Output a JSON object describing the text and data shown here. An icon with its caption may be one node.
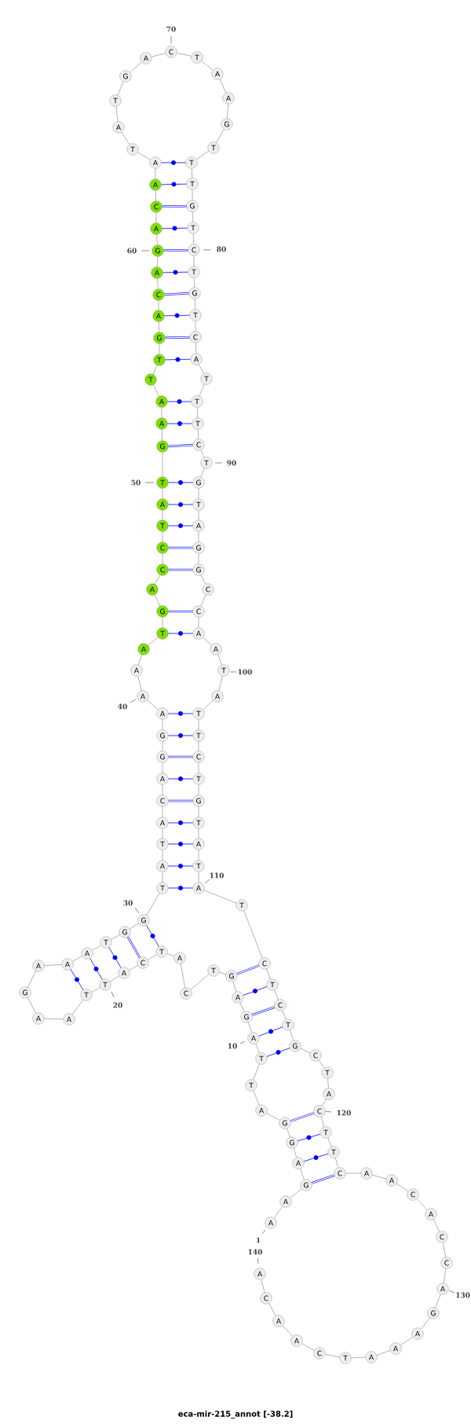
{
  "diagram": {
    "caption": "eca-mir-215_annot [-38.2]",
    "nodes": [
      {
        "text": [
          "A"
        ]
      },
      {
        "text": [
          "A"
        ]
      },
      {
        "text": [
          "G"
        ]
      },
      {
        "text": [
          "A"
        ]
      },
      {
        "text": [
          "G"
        ]
      },
      {
        "text": [
          "G"
        ]
      },
      {
        "text": [
          "A"
        ]
      },
      {
        "text": [
          "T"
        ]
      },
      {
        "text": [
          "T"
        ]
      },
      {
        "text": [
          "A"
        ]
      },
      {
        "text": [
          "G"
        ]
      },
      {
        "text": [
          "A"
        ]
      },
      {
        "text": [
          "G"
        ]
      },
      {
        "text": [
          "T"
        ]
      },
      {
        "text": [
          "C"
        ]
      },
      {
        "text": [
          "A"
        ]
      },
      {
        "text": [
          "T"
        ]
      },
      {
        "text": [
          "C"
        ]
      },
      {
        "text": [
          "A"
        ]
      },
      {
        "text": [
          "T"
        ]
      },
      {
        "text": [
          "T"
        ]
      },
      {
        "text": [
          "A"
        ]
      },
      {
        "text": [
          "A"
        ]
      },
      {
        "text": [
          "G"
        ]
      },
      {
        "text": [
          "A"
        ]
      },
      {
        "text": [
          "A"
        ]
      },
      {
        "text": [
          "A"
        ]
      },
      {
        "text": [
          "T"
        ]
      },
      {
        "text": [
          "G"
        ]
      },
      {
        "text": [
          "G"
        ]
      },
      {
        "text": [
          "T"
        ]
      },
      {
        "text": [
          "A"
        ]
      },
      {
        "text": [
          "T"
        ]
      },
      {
        "text": [
          "A"
        ]
      },
      {
        "text": [
          "C"
        ]
      },
      {
        "text": [
          "A"
        ]
      },
      {
        "text": [
          "G"
        ]
      },
      {
        "text": [
          "G"
        ]
      },
      {
        "text": [
          "A"
        ]
      },
      {
        "text": [
          "A"
        ]
      },
      {
        "text": [
          "A"
        ]
      },
      {
        "text": [
          "A"
        ]
      },
      {
        "text": [
          "T"
        ]
      },
      {
        "text": [
          "G"
        ]
      },
      {
        "text": [
          "A"
        ]
      },
      {
        "text": [
          "C"
        ]
      },
      {
        "text": [
          "C"
        ]
      },
      {
        "text": [
          "T"
        ]
      },
      {
        "text": [
          "A"
        ]
      },
      {
        "text": [
          "T"
        ]
      },
      {
        "text": [
          "G"
        ]
      },
      {
        "text": [
          "A"
        ]
      },
      {
        "text": [
          "A"
        ]
      },
      {
        "text": [
          "T"
        ]
      },
      {
        "text": [
          "T"
        ]
      },
      {
        "text": [
          "G"
        ]
      },
      {
        "text": [
          "A"
        ]
      },
      {
        "text": [
          "C"
        ]
      },
      {
        "text": [
          "A"
        ]
      },
      {
        "text": [
          "G"
        ]
      },
      {
        "text": [
          "A"
        ]
      },
      {
        "text": [
          "C"
        ]
      },
      {
        "text": [
          "A"
        ]
      },
      {
        "text": [
          "A"
        ]
      },
      {
        "text": [
          "T"
        ]
      },
      {
        "text": [
          "A"
        ]
      },
      {
        "text": [
          "T"
        ]
      },
      {
        "text": [
          "G"
        ]
      },
      {
        "text": [
          "A"
        ]
      },
      {
        "text": [
          "C"
        ]
      },
      {
        "text": [
          "T"
        ]
      },
      {
        "text": [
          "A"
        ]
      },
      {
        "text": [
          "A"
        ]
      },
      {
        "text": [
          "G"
        ]
      },
      {
        "text": [
          "T"
        ]
      },
      {
        "text": [
          "T"
        ]
      },
      {
        "text": [
          "T"
        ]
      },
      {
        "text": [
          "G"
        ]
      },
      {
        "text": [
          "T"
        ]
      },
      {
        "text": [
          "C"
        ]
      },
      {
        "text": [
          "T"
        ]
      },
      {
        "text": [
          "G"
        ]
      },
      {
        "text": [
          "T"
        ]
      },
      {
        "text": [
          "C"
        ]
      },
      {
        "text": [
          "A"
        ]
      },
      {
        "text": [
          "T"
        ]
      },
      {
        "text": [
          "T"
        ]
      },
      {
        "text": [
          "T"
        ]
      },
      {
        "text": [
          "C"
        ]
      },
      {
        "text": [
          "T"
        ]
      },
      {
        "text": [
          "G"
        ]
      },
      {
        "text": [
          "T"
        ]
      },
      {
        "text": [
          "A"
        ]
      },
      {
        "text": [
          "G"
        ]
      },
      {
        "text": [
          "G"
        ]
      },
      {
        "text": [
          "C"
        ]
      },
      {
        "text": [
          "C"
        ]
      },
      {
        "text": [
          "A"
        ]
      },
      {
        "text": [
          "A"
        ]
      },
      {
        "text": [
          "T"
        ]
      },
      {
        "text": [
          "A"
        ]
      },
      {
        "text": [
          "T"
        ]
      },
      {
        "text": [
          "T"
        ]
      },
      {
        "text": [
          "C"
        ]
      },
      {
        "text": [
          "T"
        ]
      },
      {
        "text": [
          "G"
        ]
      },
      {
        "text": [
          "T"
        ]
      },
      {
        "text": [
          "A"
        ]
      },
      {
        "text": [
          "T"
        ]
      },
      {
        "text": [
          "A"
        ]
      },
      {
        "text": [
          "T"
        ]
      },
      {
        "text": [
          "C"
        ]
      },
      {
        "text": [
          "T"
        ]
      },
      {
        "text": [
          "C"
        ]
      },
      {
        "text": [
          "T"
        ]
      },
      {
        "text": [
          "G"
        ]
      },
      {
        "text": [
          "C"
        ]
      },
      {
        "text": [
          "T"
        ]
      },
      {
        "text": [
          "A"
        ]
      },
      {
        "text": [
          "C"
        ]
      },
      {
        "text": [
          "T"
        ]
      },
      {
        "text": [
          "T"
        ]
      },
      {
        "text": [
          "C"
        ]
      },
      {
        "text": [
          "A"
        ]
      },
      {
        "text": [
          "A"
        ]
      },
      {
        "text": [
          "C"
        ]
      },
      {
        "text": [
          "A"
        ]
      },
      {
        "text": [
          "C"
        ]
      },
      {
        "text": [
          "C"
        ]
      },
      {
        "text": [
          "A"
        ]
      },
      {
        "text": [
          "G"
        ]
      },
      {
        "text": [
          "A"
        ]
      },
      {
        "text": [
          "A"
        ]
      },
      {
        "text": [
          "A"
        ]
      },
      {
        "text": [
          "T"
        ]
      },
      {
        "text": [
          "C"
        ]
      },
      {
        "text": [
          "A"
        ]
      },
      {
        "text": [
          "A"
        ]
      },
      {
        "text": [
          "C"
        ]
      },
      {
        "text": [
          "A"
        ]
      }
    ],
    "edges": [
      {
        "from": 0,
        "to": 1,
        "arrow": "none"
      },
      {
        "from": 1,
        "to": 2,
        "arrow": "none"
      },
      {
        "from": 2,
        "to": 3,
        "arrow": "none"
      },
      {
        "from": 3,
        "to": 4,
        "arrow": "none"
      },
      {
        "from": 4,
        "to": 5,
        "arrow": "none"
      },
      {
        "from": 5,
        "to": 6,
        "arrow": "none"
      },
      {
        "from": 6,
        "to": 7,
        "arrow": "none"
      },
      {
        "from": 7,
        "to": 8,
        "arrow": "none"
      },
      {
        "from": 8,
        "to": 9,
        "arrow": "none"
      },
      {
        "from": 9,
        "to": 10,
        "arrow": "none"
      },
      {
        "from": 10,
        "to": 11,
        "arrow": "none"
      },
      {
        "from": 11,
        "to": 12,
        "arrow": "none"
      },
      {
        "from": 12,
        "to": 13,
        "arrow": "none"
      },
      {
        "from": 13,
        "to": 14,
        "arrow": "none"
      },
      {
        "from": 14,
        "to": 15,
        "arrow": "none"
      },
      {
        "from": 15,
        "to": 16,
        "arrow": "none"
      },
      {
        "from": 16,
        "to": 17,
        "arrow": "none"
      },
      {
        "from": 17,
        "to": 18,
        "arrow": "none"
      },
      {
        "from": 18,
        "to": 19,
        "arrow": "none"
      },
      {
        "from": 19,
        "to": 20,
        "arrow": "none"
      },
      {
        "from": 20,
        "to": 21,
        "arrow": "none"
      },
      {
        "from": 21,
        "to": 22,
        "arrow": "none"
      },
      {
        "from": 22,
        "to": 23,
        "arrow": "none"
      },
      {
        "from": 23,
        "to": 24,
        "arrow": "none"
      },
      {
        "from": 24,
        "to": 25,
        "arrow": "none"
      },
      {
        "from": 25,
        "to": 26,
        "arrow": "none"
      },
      {
        "from": 26,
        "to": 27,
        "arrow": "none"
      },
      {
        "from": 27,
        "to": 28,
        "arrow": "none"
      },
      {
        "from": 28,
        "to": 29,
        "arrow": "none"
      },
      {
        "from": 29,
        "to": 30,
        "arrow": "none"
      },
      {
        "from": 30,
        "to": 31,
        "arrow": "none"
      },
      {
        "from": 31,
        "to": 32,
        "arrow": "none"
      },
      {
        "from": 32,
        "to": 33,
        "arrow": "none"
      },
      {
        "from": 33,
        "to": 34,
        "arrow": "none"
      },
      {
        "from": 34,
        "to": 35,
        "arrow": "none"
      },
      {
        "from": 35,
        "to": 36,
        "arrow": "none"
      },
      {
        "from": 36,
        "to": 37,
        "arrow": "none"
      },
      {
        "from": 37,
        "to": 38,
        "arrow": "none"
      },
      {
        "from": 38,
        "to": 39,
        "arrow": "none"
      },
      {
        "from": 39,
        "to": 40,
        "arrow": "none"
      },
      {
        "from": 40,
        "to": 41,
        "arrow": "none"
      },
      {
        "from": 41,
        "to": 42,
        "arrow": "none"
      },
      {
        "from": 42,
        "to": 43,
        "arrow": "none"
      },
      {
        "from": 43,
        "to": 44,
        "arrow": "none"
      },
      {
        "from": 44,
        "to": 45,
        "arrow": "none"
      },
      {
        "from": 45,
        "to": 46,
        "arrow": "none"
      },
      {
        "from": 46,
        "to": 47,
        "arrow": "none"
      },
      {
        "from": 47,
        "to": 48,
        "arrow": "none"
      },
      {
        "from": 48,
        "to": 49,
        "arrow": "none"
      },
      {
        "from": 49,
        "to": 50,
        "arrow": "none"
      },
      {
        "from": 50,
        "to": 51,
        "arrow": "none"
      },
      {
        "from": 51,
        "to": 52,
        "arrow": "none"
      },
      {
        "from": 52,
        "to": 53,
        "arrow": "none"
      },
      {
        "from": 53,
        "to": 54,
        "arrow": "none"
      },
      {
        "from": 54,
        "to": 55,
        "arrow": "none"
      },
      {
        "from": 55,
        "to": 56,
        "arrow": "none"
      },
      {
        "from": 56,
        "to": 57,
        "arrow": "none"
      },
      {
        "from": 57,
        "to": 58,
        "arrow": "none"
      },
      {
        "from": 58,
        "to": 59,
        "arrow": "none"
      },
      {
        "from": 59,
        "to": 60,
        "arrow": "none"
      },
      {
        "from": 60,
        "to": 61,
        "arrow": "none"
      },
      {
        "from": 61,
        "to": 62,
        "arrow": "none"
      },
      {
        "from": 62,
        "to": 63,
        "arrow": "none"
      },
      {
        "from": 63,
        "to": 64,
        "arrow": "none"
      },
      {
        "from": 64,
        "to": 65,
        "arrow": "none"
      },
      {
        "from": 65,
        "to": 66,
        "arrow": "none"
      },
      {
        "from": 66,
        "to": 67,
        "arrow": "none"
      },
      {
        "from": 67,
        "to": 68,
        "arrow": "none"
      },
      {
        "from": 68,
        "to": 69,
        "arrow": "none"
      },
      {
        "from": 69,
        "to": 70,
        "arrow": "none"
      },
      {
        "from": 70,
        "to": 71,
        "arrow": "none"
      },
      {
        "from": 71,
        "to": 72,
        "arrow": "none"
      },
      {
        "from": 72,
        "to": 73,
        "arrow": "none"
      },
      {
        "from": 73,
        "to": 74,
        "arrow": "none"
      },
      {
        "from": 74,
        "to": 75,
        "arrow": "none"
      },
      {
        "from": 75,
        "to": 76,
        "arrow": "none"
      },
      {
        "from": 76,
        "to": 77,
        "arrow": "none"
      },
      {
        "from": 77,
        "to": 78,
        "arrow": "none"
      },
      {
        "from": 78,
        "to": 79,
        "arrow": "none"
      },
      {
        "from": 79,
        "to": 80,
        "arrow": "none"
      },
      {
        "from": 80,
        "to": 81,
        "arrow": "none"
      },
      {
        "from": 81,
        "to": 82,
        "arrow": "none"
      },
      {
        "from": 82,
        "to": 83,
        "arrow": "none"
      },
      {
        "from": 83,
        "to": 84,
        "arrow": "none"
      },
      {
        "from": 84,
        "to": 85,
        "arrow": "none"
      },
      {
        "from": 85,
        "to": 86,
        "arrow": "none"
      },
      {
        "from": 86,
        "to": 87,
        "arrow": "none"
      },
      {
        "from": 87,
        "to": 88,
        "arrow": "none"
      },
      {
        "from": 88,
        "to": 89,
        "arrow": "none"
      },
      {
        "from": 89,
        "to": 90,
        "arrow": "none"
      },
      {
        "from": 90,
        "to": 91,
        "arrow": "none"
      },
      {
        "from": 91,
        "to": 92,
        "arrow": "none"
      },
      {
        "from": 92,
        "to": 93,
        "arrow": "none"
      },
      {
        "from": 93,
        "to": 94,
        "arrow": "none"
      },
      {
        "from": 94,
        "to": 95,
        "arrow": "none"
      },
      {
        "from": 95,
        "to": 96,
        "arrow": "none"
      },
      {
        "from": 96,
        "to": 97,
        "arrow": "none"
      },
      {
        "from": 97,
        "to": 98,
        "arrow": "none"
      },
      {
        "from": 98,
        "to": 99,
        "arrow": "none"
      },
      {
        "from": 99,
        "to": 100,
        "arrow": "none"
      },
      {
        "from": 100,
        "to": 101,
        "arrow": "none"
      },
      {
        "from": 101,
        "to": 102,
        "arrow": "none"
      },
      {
        "from": 102,
        "to": 103,
        "arrow": "none"
      },
      {
        "from": 103,
        "to": 104,
        "arrow": "none"
      },
      {
        "from": 104,
        "to": 105,
        "arrow": "none"
      },
      {
        "from": 105,
        "to": 106,
        "arrow": "none"
      },
      {
        "from": 106,
        "to": 107,
        "arrow": "none"
      },
      {
        "from": 107,
        "to": 108,
        "arrow": "none"
      },
      {
        "from": 108,
        "to": 109,
        "arrow": "none"
      },
      {
        "from": 109,
        "to": 110,
        "arrow": "none"
      },
      {
        "from": 110,
        "to": 111,
        "arrow": "none"
      },
      {
        "from": 111,
        "to": 112,
        "arrow": "none"
      },
      {
        "from": 112,
        "to": 113,
        "arrow": "none"
      },
      {
        "from": 113,
        "to": 114,
        "arrow": "none"
      },
      {
        "from": 114,
        "to": 115,
        "arrow": "none"
      },
      {
        "from": 115,
        "to": 116,
        "arrow": "none"
      },
      {
        "from": 116,
        "to": 117,
        "arrow": "none"
      },
      {
        "from": 117,
        "to": 118,
        "arrow": "none"
      },
      {
        "from": 118,
        "to": 119,
        "arrow": "none"
      },
      {
        "from": 119,
        "to": 120,
        "arrow": "none"
      },
      {
        "from": 120,
        "to": 121,
        "arrow": "none"
      },
      {
        "from": 121,
        "to": 122,
        "arrow": "none"
      },
      {
        "from": 122,
        "to": 123,
        "arrow": "none"
      },
      {
        "from": 123,
        "to": 124,
        "arrow": "none"
      },
      {
        "from": 124,
        "to": 125,
        "arrow": "none"
      },
      {
        "from": 125,
        "to": 126,
        "arrow": "none"
      },
      {
        "from": 126,
        "to": 127,
        "arrow": "none"
      },
      {
        "from": 127,
        "to": 128,
        "arrow": "none"
      },
      {
        "from": 128,
        "to": 129,
        "arrow": "none"
      },
      {
        "from": 129,
        "to": 130,
        "arrow": "none"
      },
      {
        "from": 130,
        "to": 131,
        "arrow": "none"
      },
      {
        "from": 131,
        "to": 132,
        "arrow": "none"
      },
      {
        "from": 132,
        "to": 133,
        "arrow": "none"
      },
      {
        "from": 133,
        "to": 134,
        "arrow": "none"
      },
      {
        "from": 134,
        "to": 135,
        "arrow": "none"
      },
      {
        "from": 135,
        "to": 136,
        "arrow": "none"
      },
      {
        "from": 136,
        "to": 137,
        "arrow": "none"
      },
      {
        "from": 137,
        "to": 138,
        "arrow": "none"
      },
      {
        "from": 138,
        "to": 139,
        "arrow": "none"
      },
      {
        "from": 63,
        "to": 75,
        "arrow": "none",
        "color": "#0000ff"
      },
      {
        "from": 62,
        "to": 76,
        "arrow": "none",
        "color": "#0000ff"
      },
      {
        "from": 61,
        "to": 77,
        "arrow": "none",
        "color": "#0000ff"
      },
      {
        "from": 60,
        "to": 78,
        "arrow": "none",
        "color": "#0000ff"
      },
      {
        "from": 59,
        "to": 79,
        "arrow": "none",
        "color": "#0000ff"
      },
      {
        "from": 58,
        "to": 80,
        "arrow": "none",
        "color": "#0000ff"
      },
      {
        "from": 57,
        "to": 81,
        "arrow": "none",
        "color": "#0000ff"
      },
      {
        "from": 56,
        "to": 82,
        "arrow": "none",
        "color": "#0000ff"
      },
      {
        "from": 55,
        "to": 83,
        "arrow": "none",
        "color": "#0000ff"
      },
      {
        "from": 54,
        "to": 84,
        "arrow": "none",
        "color": "#0000ff"
      },
      {
        "from": 52,
        "to": 86,
        "arrow": "none",
        "color": "#0000ff"
      },
      {
        "from": 51,
        "to": 87,
        "arrow": "none",
        "color": "#0000ff"
      },
      {
        "from": 50,
        "to": 88,
        "arrow": "none",
        "color": "#0000ff"
      },
      {
        "from": 49,
        "to": 90,
        "arrow": "none",
        "color": "#0000ff"
      },
      {
        "from": 48,
        "to": 91,
        "arrow": "none",
        "color": "#0000ff"
      },
      {
        "from": 47,
        "to": 92,
        "arrow": "none",
        "color": "#0000ff"
      },
      {
        "from": 46,
        "to": 93,
        "arrow": "none",
        "color": "#0000ff"
      },
      {
        "from": 45,
        "to": 94,
        "arrow": "none",
        "color": "#0000ff"
      },
      {
        "from": 43,
        "to": 96,
        "arrow": "none",
        "color": "#0000ff"
      },
      {
        "from": 42,
        "to": 97,
        "arrow": "none",
        "color": "#0000ff"
      },
      {
        "from": 38,
        "to": 101,
        "arrow": "none",
        "color": "#0000ff"
      },
      {
        "from": 37,
        "to": 102,
        "arrow": "none",
        "color": "#0000ff"
      },
      {
        "from": 36,
        "to": 103,
        "arrow": "none",
        "color": "#0000ff"
      },
      {
        "from": 35,
        "to": 104,
        "arrow": "none",
        "color": "#0000ff"
      },
      {
        "from": 34,
        "to": 105,
        "arrow": "none",
        "color": "#0000ff"
      },
      {
        "from": 33,
        "to": 106,
        "arrow": "none",
        "color": "#0000ff"
      },
      {
        "from": 32,
        "to": 107,
        "arrow": "none",
        "color": "#0000ff"
      },
      {
        "from": 31,
        "to": 108,
        "arrow": "none",
        "color": "#0000ff"
      },
      {
        "from": 30,
        "to": 109,
        "arrow": "none",
        "color": "#0000ff"
      },
      {
        "from": 29,
        "to": 16,
        "arrow": "none",
        "color": "#0000ff"
      },
      {
        "from": 28,
        "to": 17,
        "arrow": "none",
        "color": "#0000ff"
      },
      {
        "from": 27,
        "to": 18,
        "arrow": "none",
        "color": "#0000ff"
      },
      {
        "from": 26,
        "to": 19,
        "arrow": "none",
        "color": "#0000ff"
      },
      {
        "from": 25,
        "to": 20,
        "arrow": "none",
        "color": "#0000ff"
      },
      {
        "from": 12,
        "to": 111,
        "arrow": "none",
        "color": "#0000ff"
      },
      {
        "from": 11,
        "to": 112,
        "arrow": "none",
        "color": "#0000ff"
      },
      {
        "from": 10,
        "to": 113,
        "arrow": "none",
        "color": "#0000ff"
      },
      {
        "from": 9,
        "to": 114,
        "arrow": "none",
        "color": "#0000ff"
      },
      {
        "from": 8,
        "to": 115,
        "arrow": "none",
        "color": "#0000ff"
      },
      {
        "from": 5,
        "to": 119,
        "arrow": "none",
        "color": "#0000ff"
      },
      {
        "from": 4,
        "to": 120,
        "arrow": "none",
        "color": "#0000ff"
      },
      {
        "from": 3,
        "to": 121,
        "arrow": "none",
        "color": "#0000ff"
      },
      {
        "from": 2,
        "to": 122,
        "arrow": "none",
        "color": "#0000ff"
      }
    ],
    "labels": [
      "70",
      "60",
      "80",
      "50",
      "90",
      "40",
      "100",
      "110",
      "30",
      "20",
      "10",
      "120",
      "1",
      "140",
      "130"
    ]
  }
}
